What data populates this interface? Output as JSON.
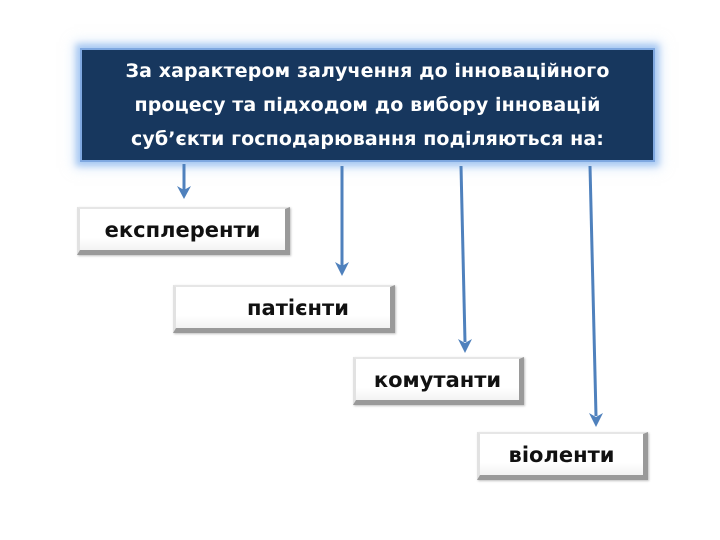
{
  "header": {
    "lines": [
      "За характером залучення до інноваційного",
      "процесу та підходом до вибору інновацій",
      "суб’єкти господарювання поділяються на:"
    ]
  },
  "categories": [
    {
      "label": "експлеренти"
    },
    {
      "label": "патієнти"
    },
    {
      "label": "комутанти"
    },
    {
      "label": "віоленти"
    }
  ],
  "colors": {
    "header_bg": "#17375e",
    "header_glow": "#7fa8e0",
    "arrow": "#4f81bd",
    "text_dark": "#111111",
    "text_light": "#ffffff"
  }
}
